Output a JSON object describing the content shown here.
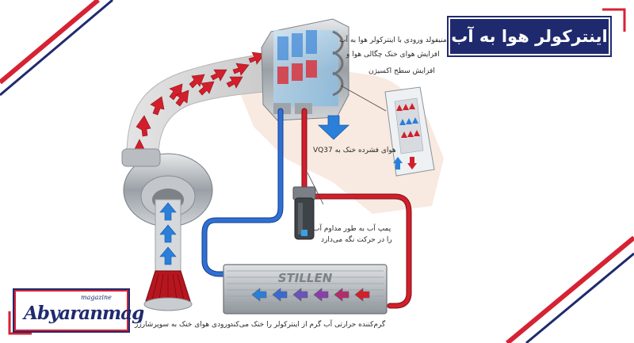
{
  "title": "اینترکولر هوا به آب",
  "labels": {
    "manifold_line1": "منیفولد ورودی با اینترکولر هوا به آب",
    "manifold_line2": "افزایش هوای خنک چگالی هوا و",
    "manifold_line3": "افزایش سطح اکسیژن",
    "compressed_air": "هوای فشرده خنک به VQ37",
    "pump_line1": "پمپ آب به طور مداوم آب",
    "pump_line2": "را در حرکت نگه می‌دارد",
    "cold_air_inlet": "ورودی هوای خنک به سوپرشارژر",
    "radiator": "گرم‌کننده حرارتی آب گرم از اینترکولر را خنک می‌کند",
    "radiator_brand": "STILLEN"
  },
  "logo": {
    "small": "magazine",
    "main": "Abyaranmag"
  },
  "colors": {
    "title_bg": "#1f2a6e",
    "accent_red": "#d62233",
    "pipe_red": "#d21f2b",
    "pipe_blue": "#2f6fd6",
    "arrow_blue": "#2a7fd9"
  },
  "icons": [
    "turbo-compressor-icon",
    "air-filter-icon",
    "water-pump-icon",
    "intake-manifold-icon",
    "radiator-icon",
    "intercooler-core-icon"
  ]
}
